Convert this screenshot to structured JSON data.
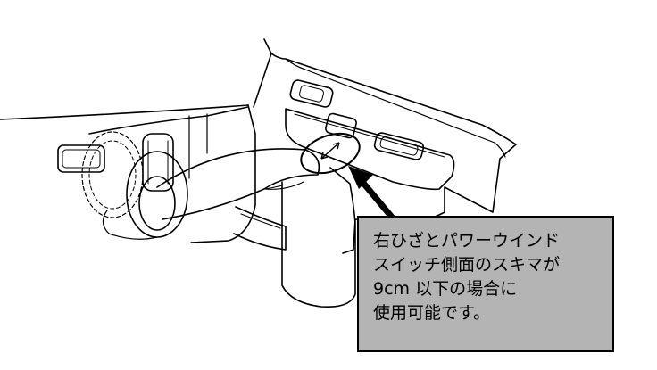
{
  "illustration": {
    "subject": "car door interior with power window switch panel and knee",
    "colors": {
      "line": "#000000",
      "background": "#ffffff",
      "callout_fill": "#b4b4b4"
    },
    "icons": [
      "clearance-marker-icon",
      "pointer-arrow-icon"
    ]
  },
  "callout": {
    "lines": [
      "右ひざとパワーウインド",
      "スイッチ側面のスキマが",
      "9cm 以下の場合に",
      "使用可能です。"
    ]
  }
}
